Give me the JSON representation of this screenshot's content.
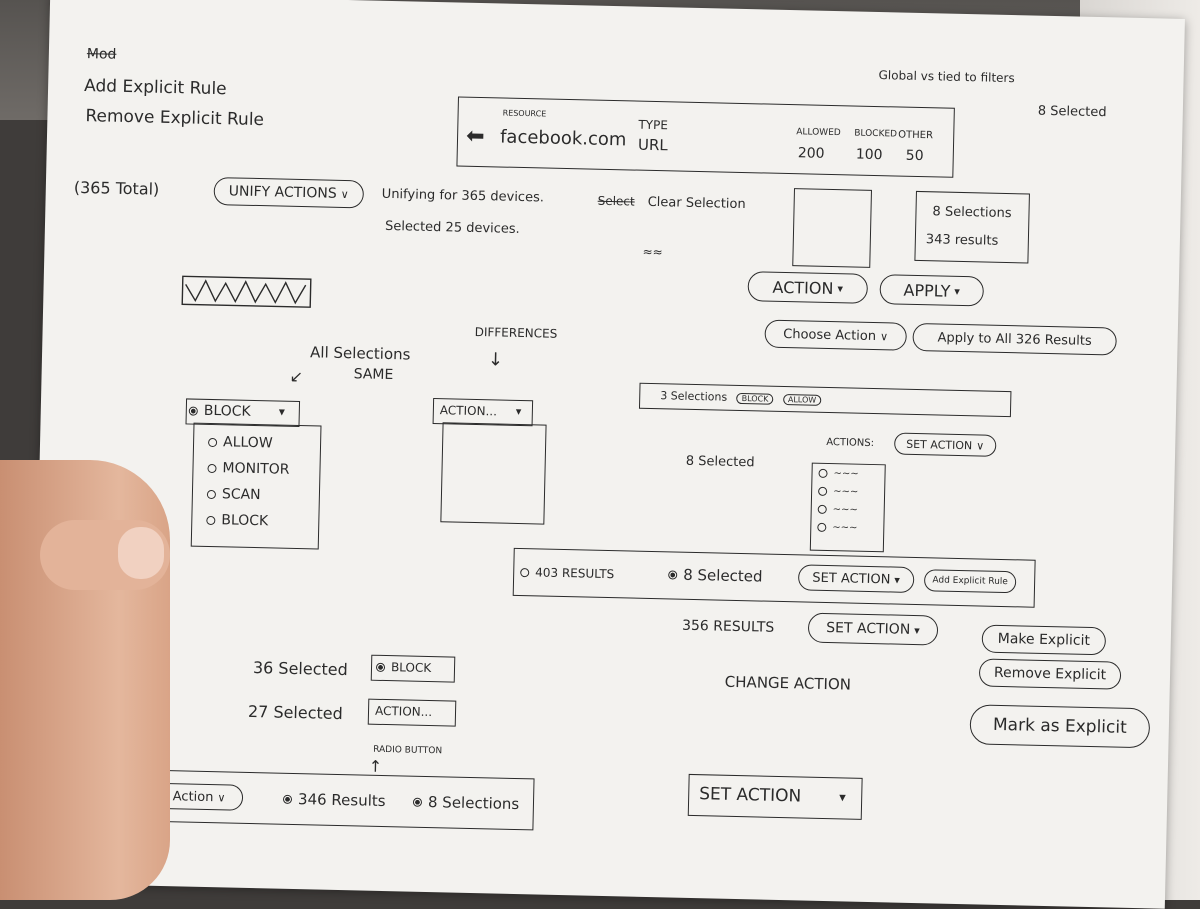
{
  "top_left": {
    "scribble": "Mod",
    "add_rule": "Add Explicit Rule",
    "remove_rule": "Remove Explicit Rule"
  },
  "header_card": {
    "annotation": "Global vs tied to filters",
    "resource_label": "RESOURCE",
    "resource_value": "facebook.com",
    "type_label": "TYPE",
    "type_value": "URL",
    "allowed_label": "ALLOWED",
    "allowed_value": "200",
    "blocked_label": "BLOCKED",
    "blocked_value": "100",
    "other_label": "OTHER",
    "other_value": "50"
  },
  "top_right_selected": "8 Selected",
  "unify_row": {
    "total": "(365 Total)",
    "unify_button": "UNIFY ACTIONS",
    "note1": "Unifying for 365 devices.",
    "note2": "Selected 25 devices."
  },
  "clear_selection": {
    "struck": "Select",
    "label": "Clear Selection"
  },
  "selection_box": {
    "line1": "8 Selections",
    "line2": "343 results"
  },
  "action_buttons": {
    "action": "ACTION",
    "apply": "APPLY",
    "choose_action": "Choose Action",
    "apply_all": "Apply to All 326 Results"
  },
  "annotations": {
    "all_same": "All Selections",
    "all_same2": "SAME",
    "differences": "DIFFERENCES",
    "radio_button": "RADIO BUTTON",
    "change_action": "CHANGE ACTION"
  },
  "block_dropdown": {
    "selected": "BLOCK",
    "options": [
      "ALLOW",
      "MONITOR",
      "SCAN",
      "BLOCK"
    ]
  },
  "action_dropdown": {
    "selected": "ACTION..."
  },
  "selections_bar": {
    "text": "3 Selections",
    "tag1": "BLOCK",
    "tag2": "ALLOW"
  },
  "actions_menu": {
    "label": "ACTIONS:",
    "button": "SET ACTION",
    "selected": "8 Selected"
  },
  "results_bar": {
    "results": "403 RESULTS",
    "selected": "8 Selected",
    "set_action": "SET ACTION",
    "add_rule": "Add Explicit Rule"
  },
  "results_row": {
    "results": "356 RESULTS",
    "set_action": "SET ACTION"
  },
  "explicit_buttons": {
    "make": "Make Explicit",
    "remove": "Remove Explicit",
    "mark": "Mark as Explicit"
  },
  "selected_rows": [
    {
      "label": "36 Selected",
      "button": "BLOCK"
    },
    {
      "label": "27 Selected",
      "button": "ACTION..."
    }
  ],
  "bottom_bar": {
    "choose_action": "Choose Action",
    "results": "346 Results",
    "selections": "8 Selections"
  },
  "big_set_action": "SET ACTION"
}
